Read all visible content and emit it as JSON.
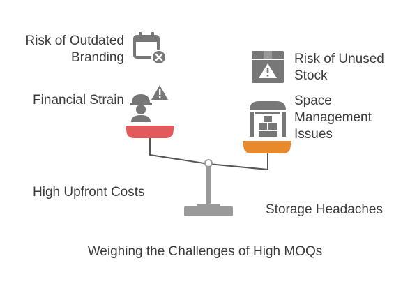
{
  "title": "Weighing the Challenges of High MOQs",
  "left_side": {
    "group_label": "High Upfront Costs",
    "items": [
      {
        "label_lines": [
          "Risk of Outdated",
          "Branding"
        ],
        "icon": "calendar-x-icon"
      },
      {
        "label_lines": [
          "Financial Strain"
        ],
        "icon": "worker-warning-icon"
      }
    ],
    "pan_color": "#e35a5a"
  },
  "right_side": {
    "group_label": "Storage Headaches",
    "items": [
      {
        "label_lines": [
          "Risk of Unused",
          "Stock"
        ],
        "icon": "box-warning-icon"
      },
      {
        "label_lines": [
          "Space",
          "Management",
          "Issues"
        ],
        "icon": "warehouse-icon"
      }
    ],
    "pan_color": "#e8892e"
  },
  "colors": {
    "text": "#3b3b3b",
    "icon": "#777777",
    "beam": "#555555",
    "stand": "#9a9a9a"
  }
}
